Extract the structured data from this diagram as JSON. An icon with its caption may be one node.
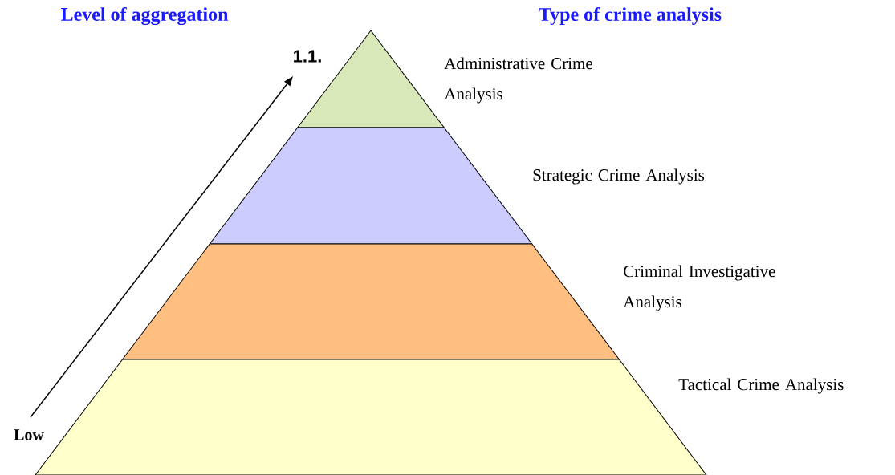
{
  "diagram": {
    "nodes": [
      {
        "text": [],
        "shape": "triangle",
        "beside": [
          "Administrative Crime Analysis"
        ]
      },
      {
        "text": [],
        "shape": "trapezoid",
        "beside": [
          "Strategic Crime Analysis"
        ]
      },
      {
        "text": [],
        "shape": "trapezoid",
        "beside": [
          "Criminal Investigative Analysis"
        ]
      },
      {
        "text": [],
        "shape": "trapezoid",
        "beside": [
          "Tactical Crime Analysis"
        ]
      }
    ],
    "labels": [
      "Level of aggregation",
      "Type of crime analysis",
      "1.1.",
      "Low"
    ]
  }
}
